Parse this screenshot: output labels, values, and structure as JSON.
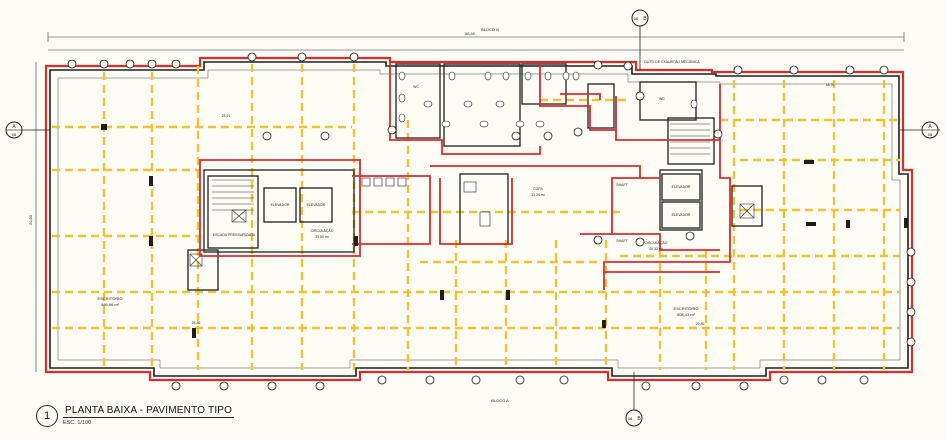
{
  "drawing": {
    "title": "PLANTA BAIXA - PAVIMENTO TIPO",
    "number": "1",
    "scale": "ESC. 1/100"
  },
  "colors": {
    "background": "#fdfdf6",
    "walls": "#1e1e1e",
    "partitions_red": "#e02a2a",
    "structure_yellow": "#f2c230",
    "lines": "#444444"
  },
  "section_marks": {
    "a": "A",
    "b": "B",
    "sheet": "08"
  },
  "labels": {
    "bloco_a": "BLOCO A",
    "bloco_b": "BLOCO B",
    "elevador": "ELEVADOR",
    "escada": "ESCADA PRESSURIZADA",
    "circulacao": "CIRCULAÇÃO",
    "escritorio": "ESCRITÓRIO",
    "copa": "COPA",
    "shaft": "SHAFT",
    "dutos": "DUTO DE EXAUSTÃO MECÂNICA",
    "wc": "WC",
    "area_1": "486,56 m²",
    "area_2": "508,41 m²",
    "area_3": "33,80 m²",
    "area_4": "40,33 m²",
    "area_5": "13,24 m²",
    "dim_total": "68,40",
    "dim_left": "25,86",
    "dim_right": "29,80",
    "dim_height": "20,80",
    "dim_top_left": "23,21",
    "dim_top_right": "18,75"
  }
}
